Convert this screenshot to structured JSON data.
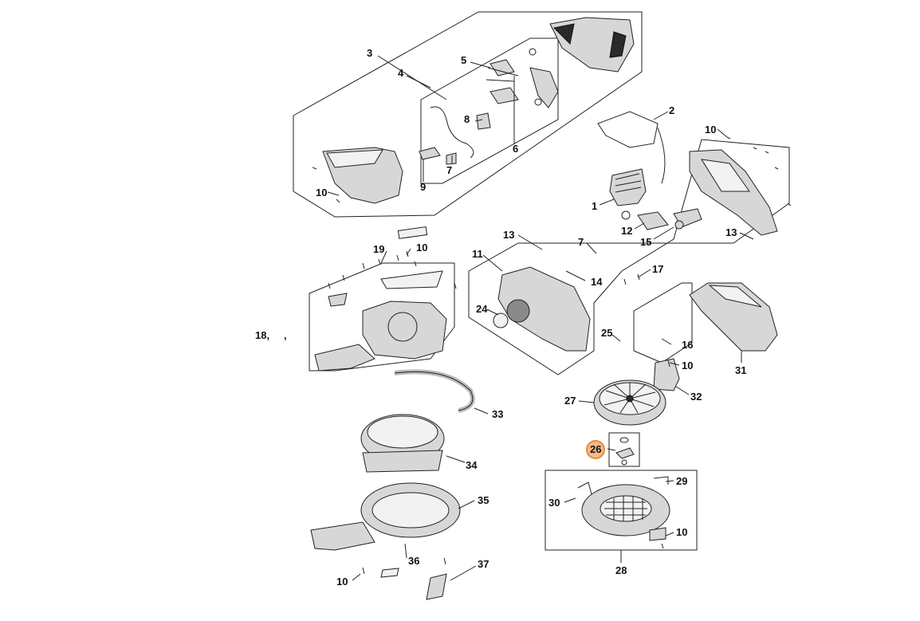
{
  "callouts": {
    "c1": "1",
    "c2": "2",
    "c3": "3",
    "c4": "4",
    "c5": "5",
    "c6": "6",
    "c7a": "7",
    "c7b": "7",
    "c8": "8",
    "c9": "9",
    "c10a": "10",
    "c10b": "10",
    "c10c": "10",
    "c10d": "10",
    "c10e": "10",
    "c10f": "10",
    "c11": "11",
    "c12": "12",
    "c13a": "13",
    "c13b": "13",
    "c14": "14",
    "c15": "15",
    "c16": "16",
    "c17": "17",
    "c18": "18,",
    "c18b": ",",
    "c19": "19",
    "c24": "24",
    "c25": "25",
    "c26": "26",
    "c27": "27",
    "c28": "28",
    "c29": "29",
    "c30": "30",
    "c31": "31",
    "c32": "32",
    "c33": "33",
    "c34": "34",
    "c35": "35",
    "c36": "36",
    "c37": "37"
  },
  "highlighted_callout": "26",
  "colors": {
    "highlight_fill": "#f6b98a",
    "highlight_border": "#e98a3d",
    "line": "#222222"
  }
}
